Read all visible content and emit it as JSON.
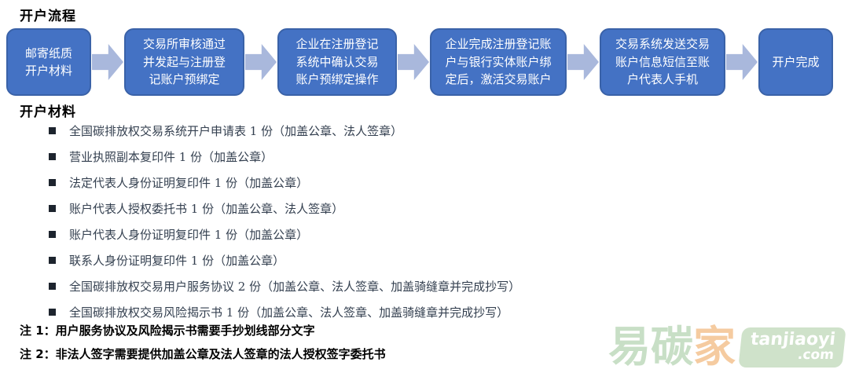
{
  "colors": {
    "box_fill": "#4472C4",
    "box_border": "#3A62A8",
    "arrow": "#A9B8DC",
    "list_text": "#333F4F",
    "watermark_green": "#C8DFC6",
    "watermark_orange": "#F5CBA0"
  },
  "flow": {
    "title": "开户流程",
    "steps": [
      "邮寄纸质开户材料",
      "交易所审核通过并发起与注册登记账户预绑定",
      "企业在注册登记系统中确认交易账户预绑定操作",
      "企业完成注册登记账户与银行实体账户绑定后，激活交易账户",
      "交易系统发送交易账户信息短信至账户代表人手机",
      "开户完成"
    ]
  },
  "materials": {
    "title": "开户材料",
    "items": [
      "全国碳排放权交易系统开户申请表 1 份（加盖公章、法人签章）",
      "营业执照副本复印件 1 份（加盖公章）",
      "法定代表人身份证明复印件 1 份（加盖公章）",
      "账户代表人授权委托书 1 份（加盖公章、法人签章）",
      "账户代表人身份证明复印件 1 份（加盖公章）",
      "联系人身份证明复印件 1 份（加盖公章）",
      "全国碳排放权交易用户服务协议 2 份（加盖公章、法人签章、加盖骑缝章并完成抄写）",
      "全国碳排放权交易风险揭示书 1 份（加盖公章、法人签章、加盖骑缝章并完成抄写）"
    ]
  },
  "notes": [
    "注 1：用户服务协议及风险揭示书需要手抄划线部分文字",
    "注 2：非法人签字需要提供加盖公章及法人签章的法人授权签字委托书"
  ],
  "watermark": {
    "char_yi": "易",
    "char_tan": "碳",
    "char_jia": "家",
    "domain_top": "tanjiaoyi",
    "domain_bottom": ".com"
  }
}
